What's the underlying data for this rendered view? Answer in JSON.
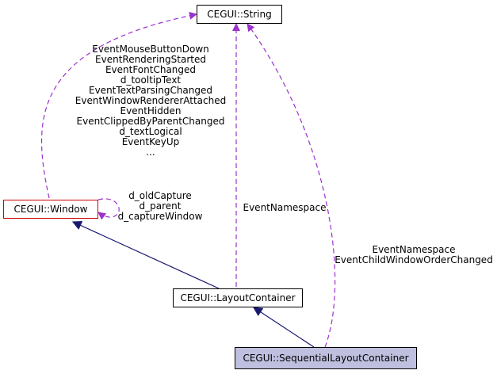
{
  "nodes": {
    "string": {
      "label": "CEGUI::String"
    },
    "window": {
      "label": "CEGUI::Window"
    },
    "layout_container": {
      "label": "CEGUI::LayoutContainer"
    },
    "sequential_layout_container": {
      "label": "CEGUI::SequentialLayoutContainer"
    }
  },
  "edge_labels": {
    "window_to_string": [
      "EventMouseButtonDown",
      "EventRenderingStarted",
      "EventFontChanged",
      "d_tooltipText",
      "EventTextParsingChanged",
      "EventWindowRendererAttached",
      "EventHidden",
      "EventClippedByParentChanged",
      "d_textLogical",
      "EventKeyUp",
      "..."
    ],
    "window_self": [
      "d_oldCapture",
      "d_parent",
      "d_captureWindow"
    ],
    "layout_container_to_string": [
      "EventNamespace"
    ],
    "sequential_to_string": [
      "EventNamespace",
      "EventChildWindowOrderChanged"
    ]
  },
  "colors": {
    "inheritance_edge": "#191970",
    "usage_edge": "#9a32cd",
    "highlight_border": "#cc0000",
    "focus_fill": "#bfbfdf"
  }
}
